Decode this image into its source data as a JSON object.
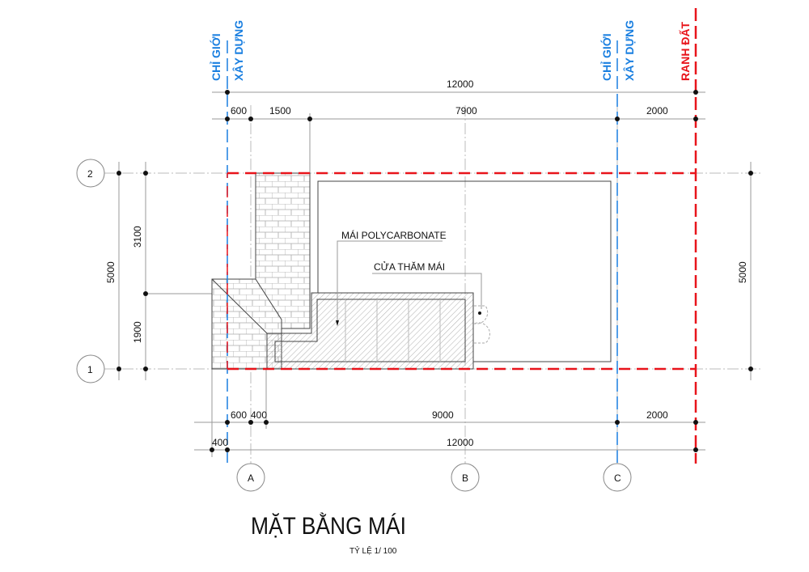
{
  "colors": {
    "setback": "#1a7fe0",
    "boundary": "#e8141b",
    "line": "#444444"
  },
  "labels": {
    "setback_left_1": "CHỈ GIỚI",
    "setback_left_2": "XÂY DỰNG",
    "setback_right_1": "CHỈ GIỚI",
    "setback_right_2": "XÂY DỰNG",
    "boundary": "RANH ĐẤT",
    "polycarbonate": "MÁI POLYCARBONATE",
    "hatch_door": "CỬA THĂM MÁI"
  },
  "dims": {
    "top_total": "12000",
    "top": [
      "600",
      "1500",
      "7900",
      "2000"
    ],
    "bottom": [
      "600",
      "400",
      "9000",
      "2000"
    ],
    "bottom_left": "400",
    "bottom_total": "12000",
    "left_total": "5000",
    "left": [
      "3100",
      "1900"
    ],
    "right_total": "5000"
  },
  "grid": {
    "rows": [
      "2",
      "1"
    ],
    "cols": [
      "A",
      "B",
      "C"
    ]
  },
  "title": "MẶT BẰNG MÁI",
  "scale": "TỶ LỆ 1/ 100"
}
